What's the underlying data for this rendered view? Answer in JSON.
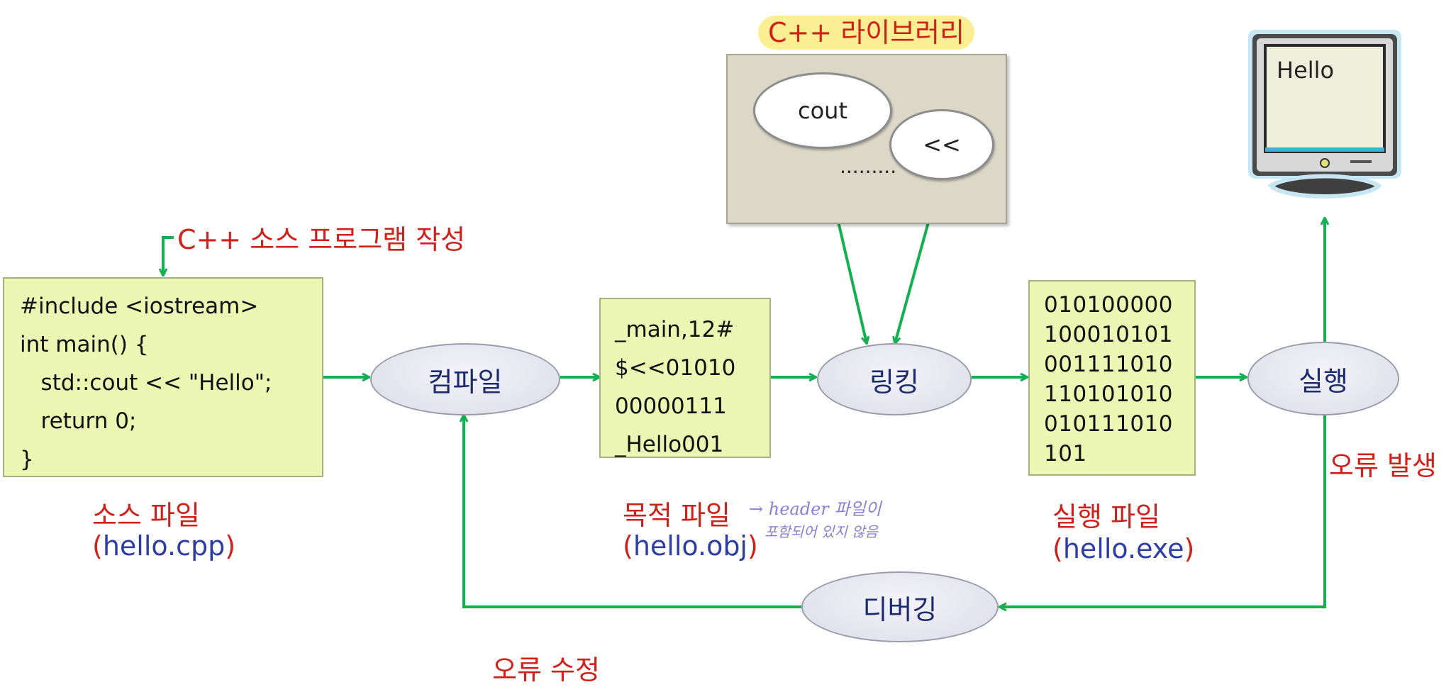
{
  "library": {
    "title": "C++ 라이브러리",
    "items": [
      "cout",
      "<<"
    ],
    "ellipsis": "........."
  },
  "monitor": {
    "screen_text": "Hello"
  },
  "write_label": "C++ 소스 프로그램 작성",
  "source": {
    "code": [
      "#include <iostream>",
      "int main() {",
      "   std::cout << \"Hello\";",
      "   return 0;",
      "}"
    ],
    "label": "소스 파일",
    "file_open": "(",
    "file_name": "hello.cpp",
    "file_close": ")"
  },
  "compile": "컴파일",
  "object": {
    "lines": [
      "_main,12#",
      "$<<01010",
      "00000111",
      "_Hello001"
    ],
    "label": "목적 파일",
    "file_open": "(",
    "file_name": "hello.obj",
    "file_close": ")",
    "note_line1": "→ header 파일이",
    "note_line2": "포함되어 있지 않음"
  },
  "link": "링킹",
  "executable": {
    "lines": [
      "010100000",
      "100010101",
      "001111010",
      "110101010",
      "010111010",
      "101"
    ],
    "label": "실행 파일",
    "file_open": "(",
    "file_name": "hello.exe",
    "file_close": ")"
  },
  "run": "실행",
  "error_occur": "오류 발생",
  "debug": "디버깅",
  "error_fix": "오류 수정",
  "colors": {
    "arrow": "#12b050",
    "label_red": "#d0201a",
    "file_blue": "#2e3da5",
    "box_fill": "#ecf7b3",
    "highlight": "#fbee93"
  }
}
